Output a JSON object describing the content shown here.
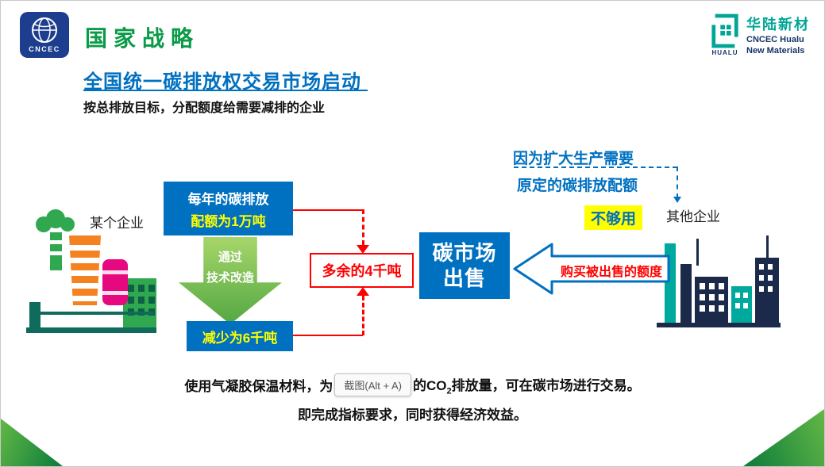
{
  "header": {
    "cncec_logo_text": "CNCEC",
    "strategy_title": "国家战略",
    "hualu": {
      "logo_text": "HUALU",
      "name_cn": "华陆新材",
      "name_en_line1": "CNCEC Hualu",
      "name_en_line2": "New Materials"
    }
  },
  "content": {
    "title": "全国统一碳排放权交易市场启动",
    "subtitle": "按总排放目标，分配额度给需要减排的企业"
  },
  "diagram": {
    "left_company_label": "某个企业",
    "right_company_label": "其他企业",
    "quota_box_line1": "每年的碳排放",
    "quota_box_line2": "配额为1万吨",
    "process_arrow_line1": "通过",
    "process_arrow_line2": "技术改造",
    "reduced_box_label": "减少为6千吨",
    "surplus_box_label": "多余的4千吨",
    "market_box_line1": "碳市场",
    "market_box_line2": "出售",
    "buy_arrow_label": "购买被出售的额度",
    "reason_line1": "因为扩大生产需要",
    "reason_line2": "原定的碳排放配额",
    "not_enough_label": "不够用"
  },
  "footer": {
    "line1_before": "使用气凝胶保温材料，为",
    "screenshot_tooltip": "截图(Alt + A)",
    "line1_after_prefix": "的CO",
    "line1_subscript": "2",
    "line1_after_suffix": "排放量，可在碳市场进行交易。",
    "line2": "即完成指标要求，同时获得经济效益。"
  },
  "colors": {
    "primary_blue": "#0070C0",
    "accent_yellow": "#FFFF00",
    "accent_red": "#FF0000",
    "brand_green": "#0A9B48",
    "hualu_teal": "#00A596",
    "navy": "#1B2A4A"
  }
}
